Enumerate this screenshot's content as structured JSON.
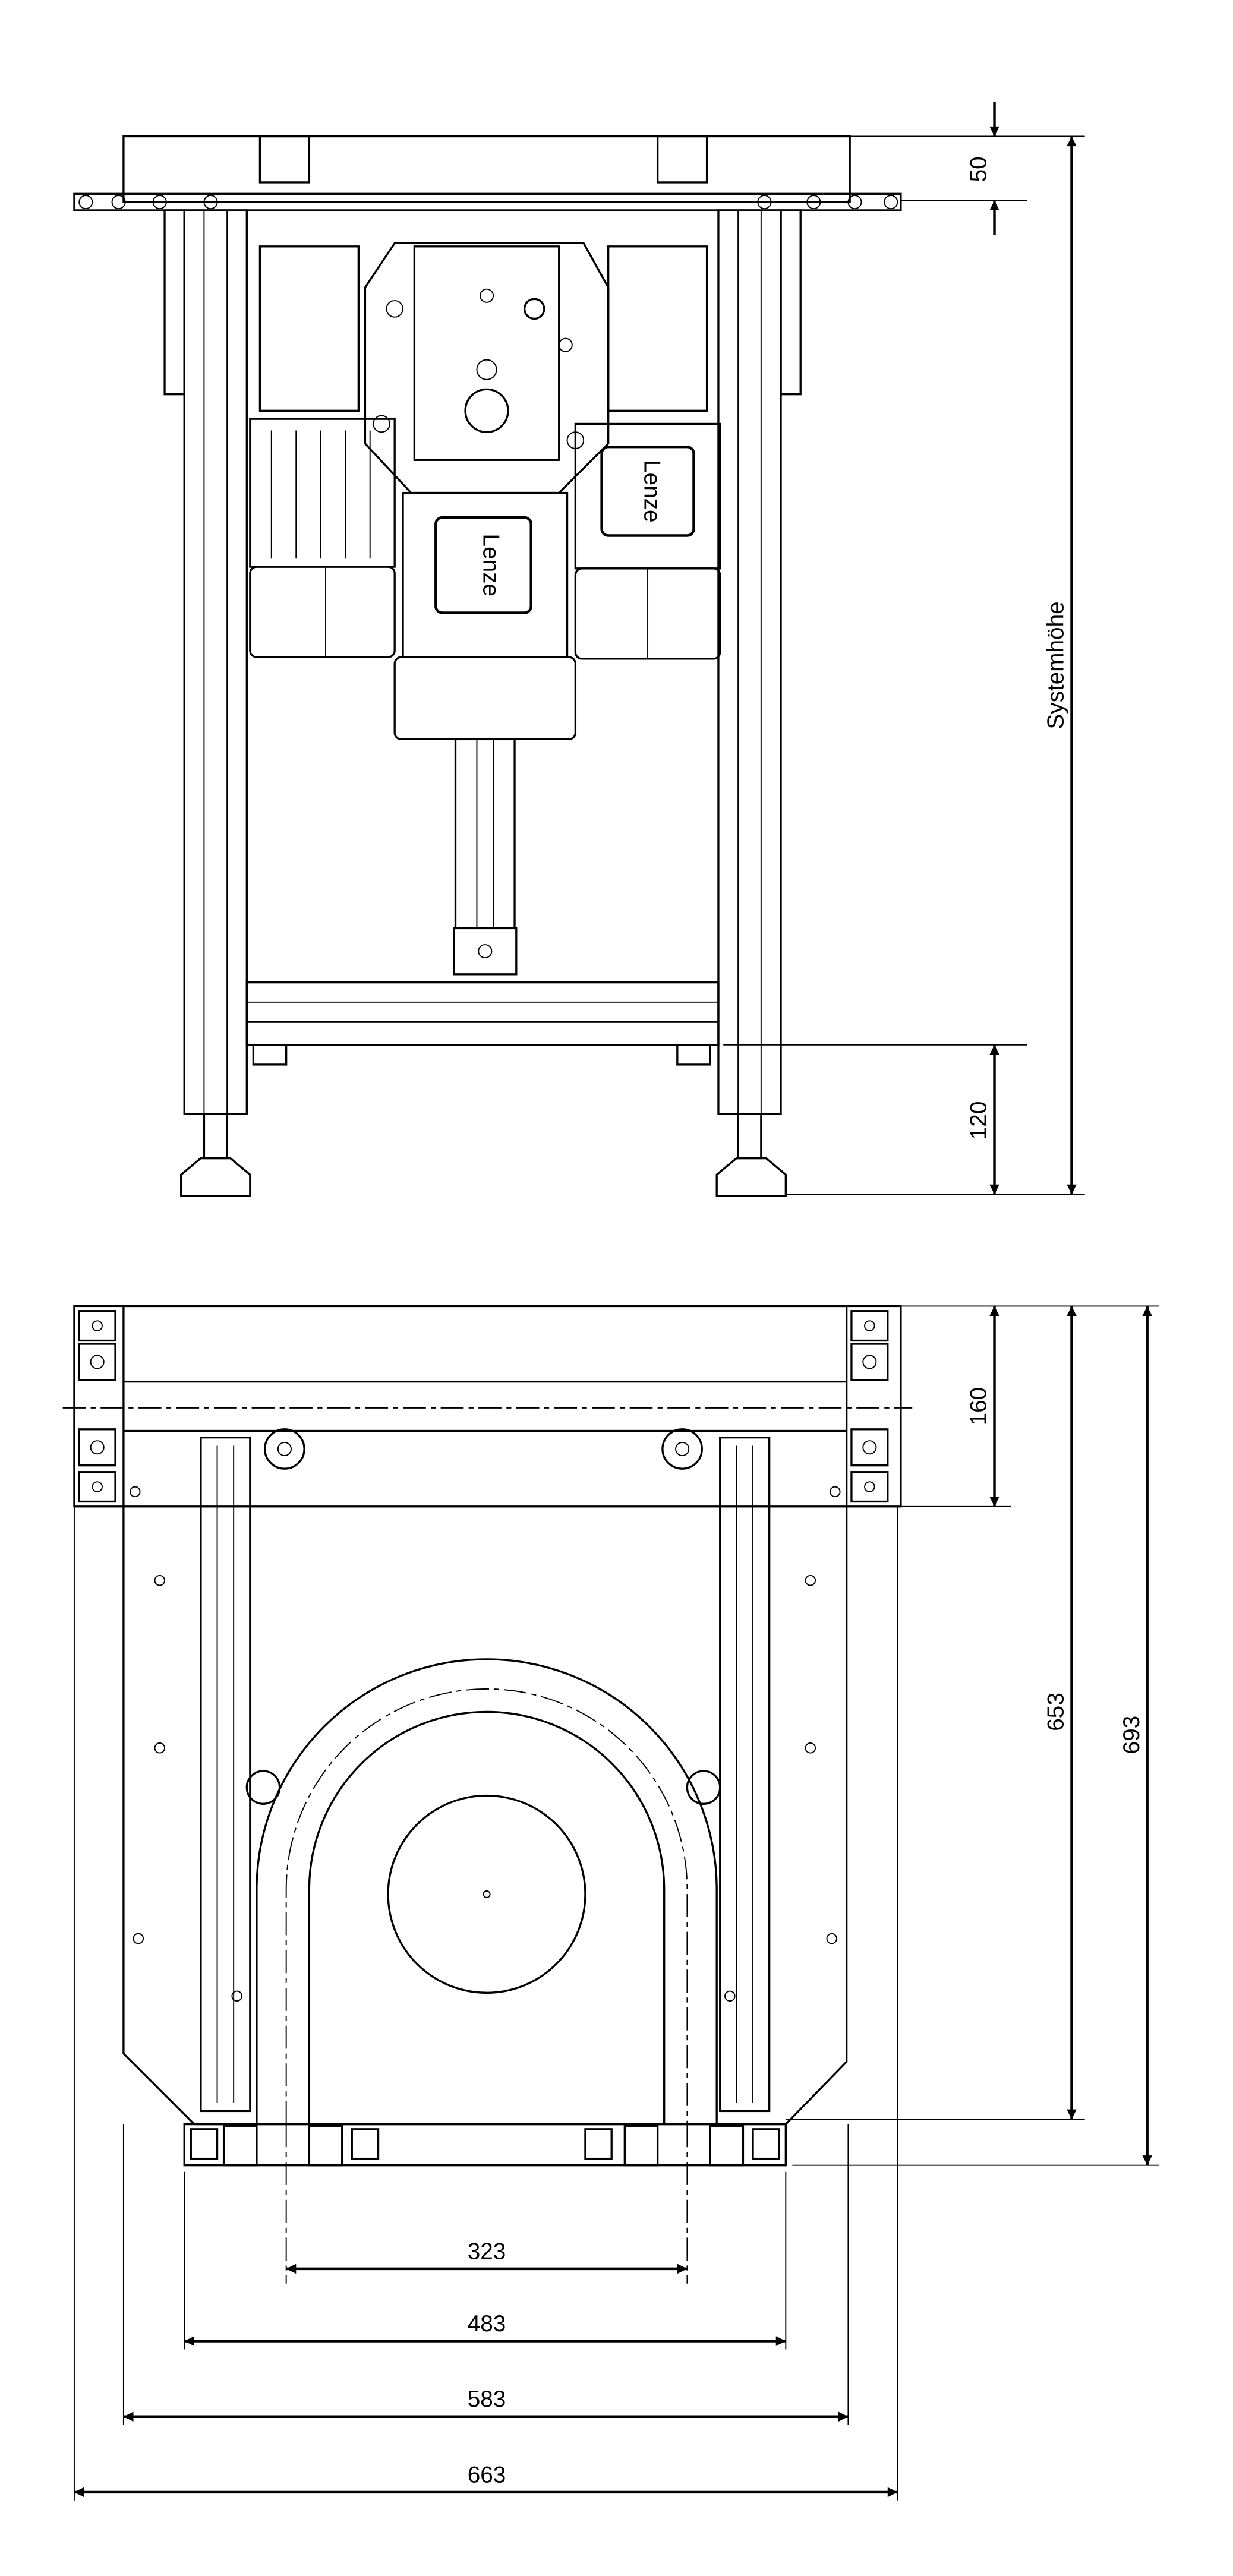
{
  "front_view": {
    "dimensions": {
      "top_plate": "50",
      "system_height": "Systemhöhe",
      "foot_height": "120"
    },
    "motor_brand": "Lenze"
  },
  "plan_view": {
    "dimensions": {
      "depth_top": "160",
      "depth_inner": "653",
      "depth_outer": "693",
      "width_belt": "323",
      "width_frame": "483",
      "width_plate": "583",
      "width_overall": "663"
    }
  }
}
